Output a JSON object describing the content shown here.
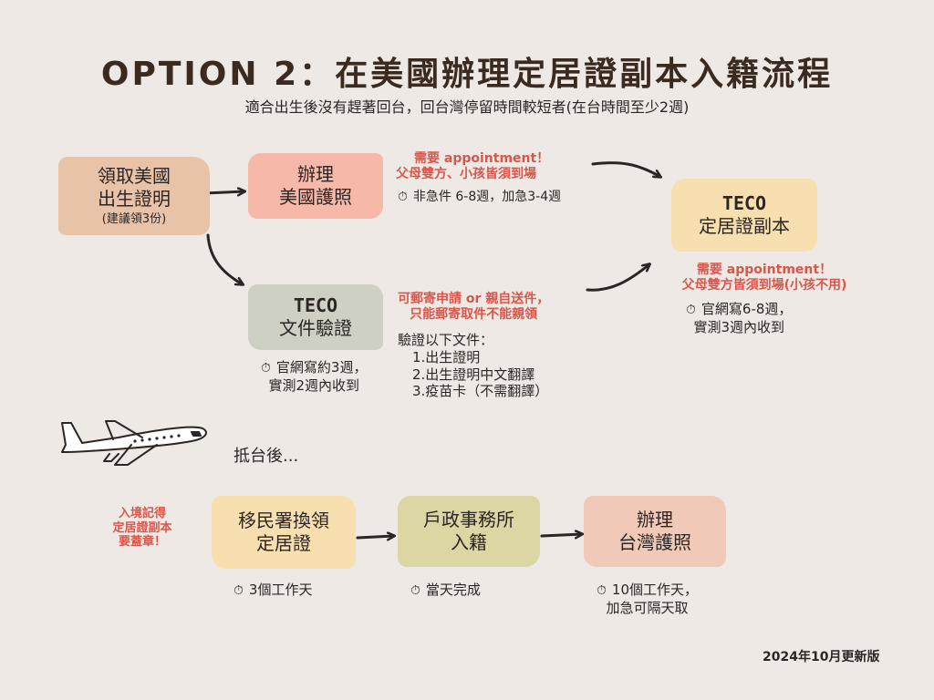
{
  "title": "OPTION 2：在美國辦理定居證副本入籍流程",
  "subtitle": "適合出生後沒有趕著回台，回台灣停留時間較短者(在台時間至少2週)",
  "boxes": {
    "birth_cert": {
      "line1": "領取美國",
      "line2": "出生證明",
      "line3": "(建議領3份)",
      "color": "#e9c3a8"
    },
    "us_passport": {
      "line1": "辦理",
      "line2": "美國護照",
      "color": "#f6b8a9"
    },
    "teco_auth": {
      "line1": "TECO",
      "line2": "文件驗證",
      "color": "#ced0c4"
    },
    "teco_residence": {
      "line1": "TECO",
      "line2": "定居證副本",
      "color": "#f7dfb0"
    },
    "immigration": {
      "line1": "移民署換領",
      "line2": "定居證",
      "color": "#f7dfb0"
    },
    "household": {
      "line1": "戶政事務所",
      "line2": "入籍",
      "color": "#dcd6a4"
    },
    "tw_passport": {
      "line1": "辦理",
      "line2": "台灣護照",
      "color": "#f0c9b8"
    }
  },
  "notes": {
    "passport_red_1": "需要 appointment！",
    "passport_red_2": "父母雙方、小孩皆須到場",
    "passport_time": "非急件 6-8週，加急3-4週",
    "teco_auth_time_1": "官網寫約3週，",
    "teco_auth_time_2": "實測2週內收到",
    "mail_red_1": "可郵寄申請 or 親自送件，",
    "mail_red_2": "只能郵寄取件不能親領",
    "docs_heading": "驗證以下文件：",
    "docs": [
      "1.出生證明",
      "2.出生證明中文翻譯",
      "3.疫苗卡（不需翻譯）"
    ],
    "residence_red_1": "需要 appointment！",
    "residence_red_2": "父母雙方皆須到場(小孩不用)",
    "residence_time_1": "官網寫6-8週，",
    "residence_time_2": "實測3週內收到",
    "arrival": "抵台後...",
    "stamp_red_1": "入境記得",
    "stamp_red_2": "定居證副本",
    "stamp_red_3": "要蓋章！",
    "immigration_time": "3個工作天",
    "household_time": "當天完成",
    "tw_passport_time_1": "10個工作天，",
    "tw_passport_time_2": "加急可隔天取"
  },
  "footer": "2024年10月更新版",
  "icons": {
    "clock": "stopwatch-icon",
    "plane": "airplane-icon"
  }
}
